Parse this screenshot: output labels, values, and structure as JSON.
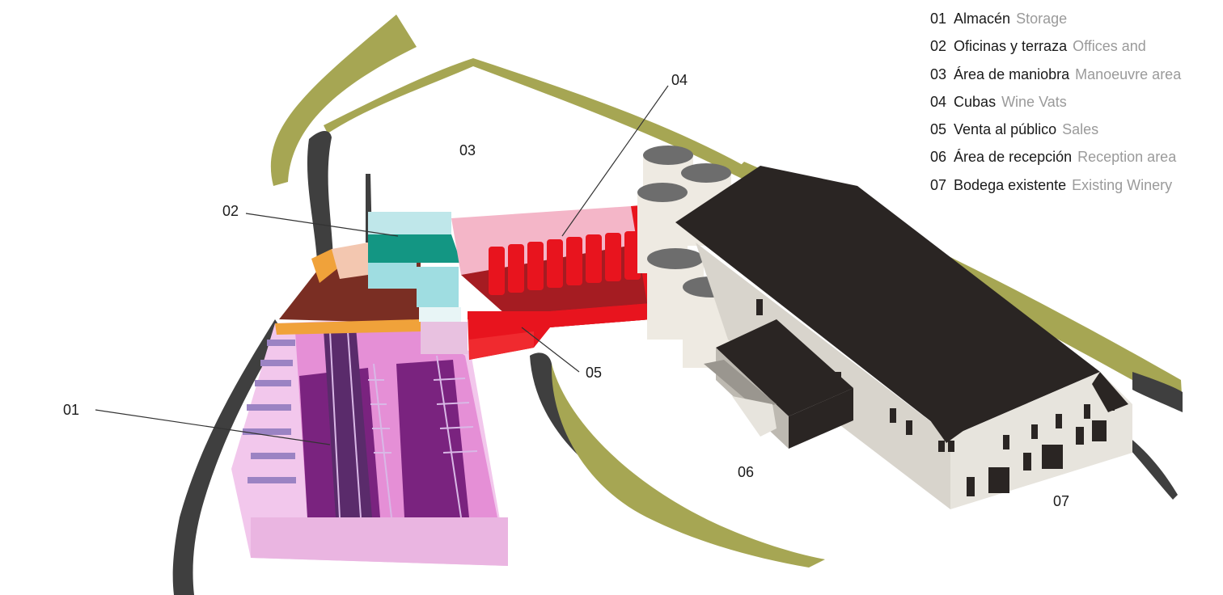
{
  "legend": [
    {
      "num": "01",
      "es": "Almacén",
      "en": "Storage"
    },
    {
      "num": "02",
      "es": "Oficinas y terraza",
      "en": "Offices and"
    },
    {
      "num": "03",
      "es": "Área de maniobra",
      "en": "Manoeuvre area"
    },
    {
      "num": "04",
      "es": "Cubas",
      "en": "Wine Vats"
    },
    {
      "num": "05",
      "es": "Venta al público",
      "en": "Sales"
    },
    {
      "num": "06",
      "es": "Área de recepción",
      "en": "Reception area"
    },
    {
      "num": "07",
      "es": "Bodega existente",
      "en": "Existing Winery"
    }
  ],
  "callouts": {
    "c01": "01",
    "c02": "02",
    "c03": "03",
    "c04": "04",
    "c05": "05",
    "c06": "06",
    "c07": "07"
  },
  "colors": {
    "road_olive": "#a6a653",
    "road_dark": "#3f3f3f",
    "storage_purple": "#7a237f",
    "storage_pink": "#e58fd6",
    "office_teal": "#139683",
    "office_light": "#9fdde1",
    "terrace_brown": "#7a2e23",
    "terrace_orange": "#f0a23a",
    "sales_red": "#e8141e",
    "vats_pink": "#f4b6c8",
    "tank_white": "#eeeae2",
    "winery_roof": "#2a2523",
    "winery_wall": "#e7e4dd"
  }
}
